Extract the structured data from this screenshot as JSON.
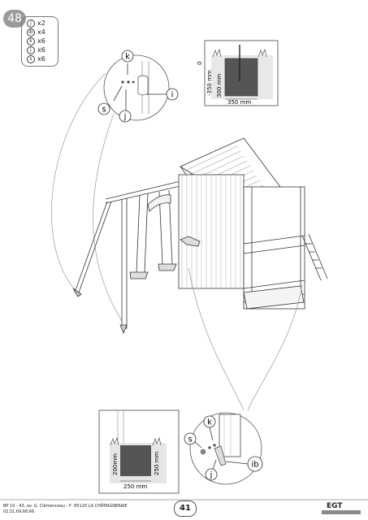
{
  "step": "48",
  "parts": [
    {
      "letter": "j",
      "qty": "x2"
    },
    {
      "letter": "ib",
      "qty": "x4"
    },
    {
      "letter": "k",
      "qty": "x6"
    },
    {
      "letter": "j",
      "qty": "x6"
    },
    {
      "letter": "s",
      "qty": "x6"
    }
  ],
  "callouts_top": {
    "k": "k",
    "s": "s",
    "j": "j",
    "i": "i"
  },
  "callouts_bottom": {
    "k": "k",
    "s": "s",
    "j": "j",
    "ib": "ib"
  },
  "hole_top": {
    "depth0": "0",
    "depth_total": "-350 mm",
    "depth_inner": "300 mm",
    "width": "350 mm"
  },
  "hole_bottom": {
    "depth_left": "200mm",
    "depth_right": "250 mm",
    "width": "250 mm"
  },
  "footer": {
    "address_line1": "BP 10 - 43, av. G. Clémenceau - F- 85120 LA CHÂTAIGNERAIE",
    "address_line2": "02.51.69.68.66",
    "page_number": "41",
    "logo": "EGT"
  }
}
